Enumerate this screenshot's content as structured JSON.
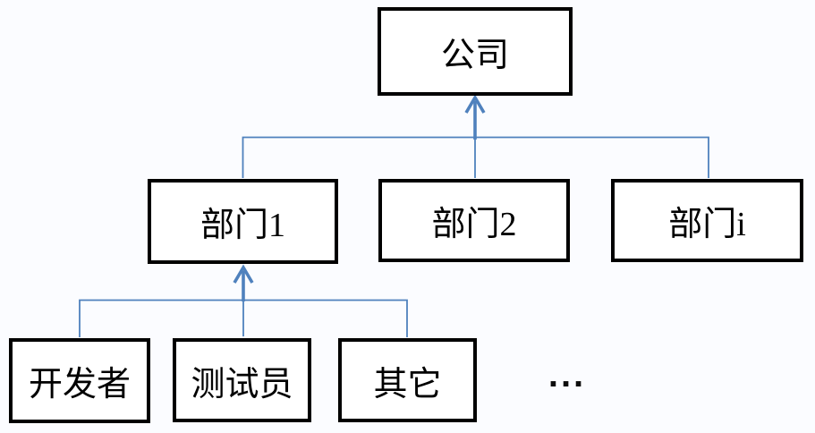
{
  "diagram": {
    "type": "org-chart",
    "background": "#fbfcff",
    "connector_color": "#4f81bd",
    "box_border_color": "#000000",
    "box_fill_color": "#ffffff",
    "text_color": "#000000",
    "nodes": {
      "company": "公司",
      "dept1": "部门1",
      "dept2": "部门2",
      "depti": "部门i",
      "developer": "开发者",
      "tester": "测试员",
      "other": "其它"
    },
    "ellipsis": "...",
    "edges": [
      {
        "from": "部门1",
        "to": "公司",
        "arrow": "up"
      },
      {
        "from": "部门2",
        "to": "公司",
        "arrow": "up"
      },
      {
        "from": "部门i",
        "to": "公司",
        "arrow": "up"
      },
      {
        "from": "开发者",
        "to": "部门1",
        "arrow": "up"
      },
      {
        "from": "测试员",
        "to": "部门1",
        "arrow": "up"
      },
      {
        "from": "其它",
        "to": "部门1",
        "arrow": "up"
      }
    ]
  }
}
